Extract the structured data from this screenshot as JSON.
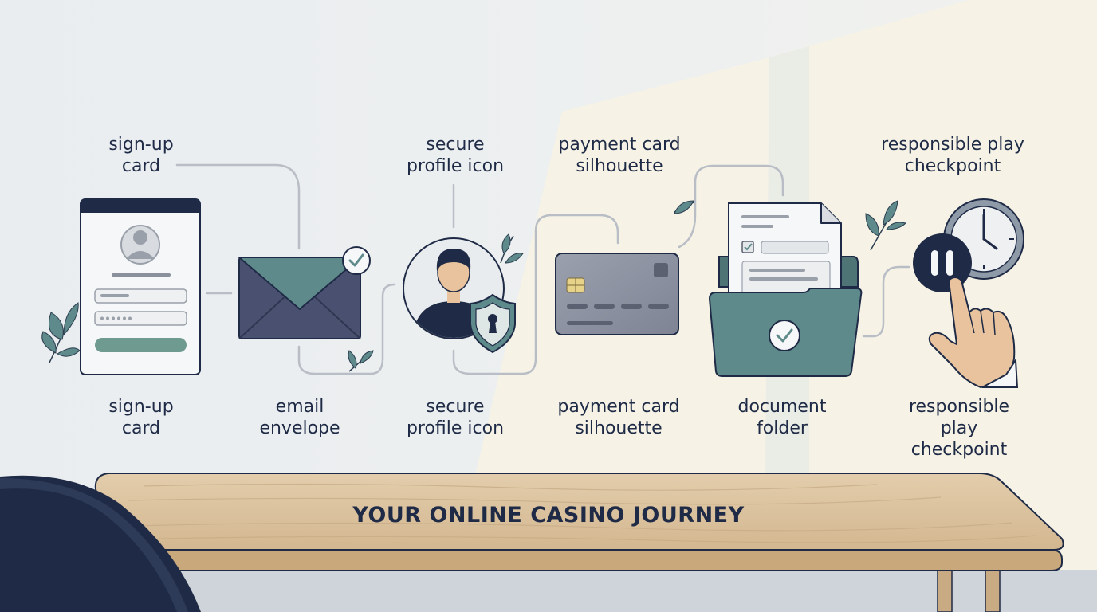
{
  "title": "YOUR ONLINE CASINO JOURNEY",
  "steps": [
    {
      "id": "signup",
      "top_label": "sign-up\ncard",
      "bottom_label": "sign-up\ncard"
    },
    {
      "id": "email",
      "top_label": "",
      "bottom_label": "email\nenvelope"
    },
    {
      "id": "profile",
      "top_label": "secure\nprofile icon",
      "bottom_label": "secure\nprofile icon"
    },
    {
      "id": "payment",
      "top_label": "payment card\nsilhouette",
      "bottom_label": "payment card\nsilhouette"
    },
    {
      "id": "document",
      "top_label": "",
      "bottom_label": "document\nfolder"
    },
    {
      "id": "play",
      "top_label": "responsible play\ncheckpoint",
      "bottom_label": "responsible play\ncheckpoint"
    }
  ],
  "colors": {
    "navy": "#1f2b46",
    "slate": "#4a5170",
    "teal": "#5f8a8b",
    "sage": "#6e9a8f",
    "wall": "#eceff1",
    "sunlight": "#f7f3e4",
    "wood": "#dcc3a0",
    "card_gray": "#8f95a3"
  },
  "icons": [
    "sign-up-card-icon",
    "email-envelope-icon",
    "check-icon",
    "profile-avatar-icon",
    "shield-lock-icon",
    "payment-card-icon",
    "document-folder-icon",
    "clock-icon",
    "pause-button-icon",
    "pointing-hand-icon",
    "leaf-icon",
    "chair-icon",
    "table-icon"
  ]
}
